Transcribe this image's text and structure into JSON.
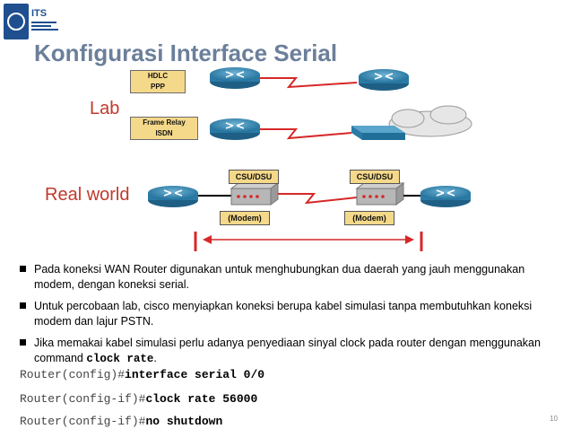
{
  "title": "Konfigurasi Interface Serial",
  "logo": {
    "name": "ITS"
  },
  "labels": {
    "lab": "Lab",
    "real_world": "Real world"
  },
  "tags": {
    "hdlc": "HDLC",
    "ppp": "PPP",
    "frame_relay": "Frame Relay",
    "isdn": "ISDN",
    "csu_dsu_1": "CSU/DSU",
    "csu_dsu_2": "CSU/DSU",
    "modem_1": "(Modem)",
    "modem_2": "(Modem)"
  },
  "bullets": [
    {
      "text": "Pada koneksi WAN Router digunakan untuk menghubungkan dua daerah yang jauh menggunakan modem, dengan koneksi serial."
    },
    {
      "text": "Untuk percobaan lab, cisco menyiapkan koneksi berupa kabel simulasi tanpa membutuhkan koneksi modem dan lajur PSTN."
    },
    {
      "text": "Jika memakai kabel simulasi perlu adanya penyediaan sinyal clock pada router dengan menggunakan command ",
      "code": "clock rate",
      "suffix": "."
    }
  ],
  "commands": [
    {
      "prompt": "Router(config)#",
      "cmd": "interface serial 0/0"
    },
    {
      "prompt": "Router(config-if)#",
      "cmd": "clock rate 56000"
    },
    {
      "prompt": "Router(config-if)#",
      "cmd": "no shutdown"
    }
  ],
  "page_number": "10",
  "colors": {
    "title": "#6b7f9a",
    "label_red": "#c0392b",
    "tag_bg": "#f5d98a",
    "router": "#2e7fa8"
  }
}
